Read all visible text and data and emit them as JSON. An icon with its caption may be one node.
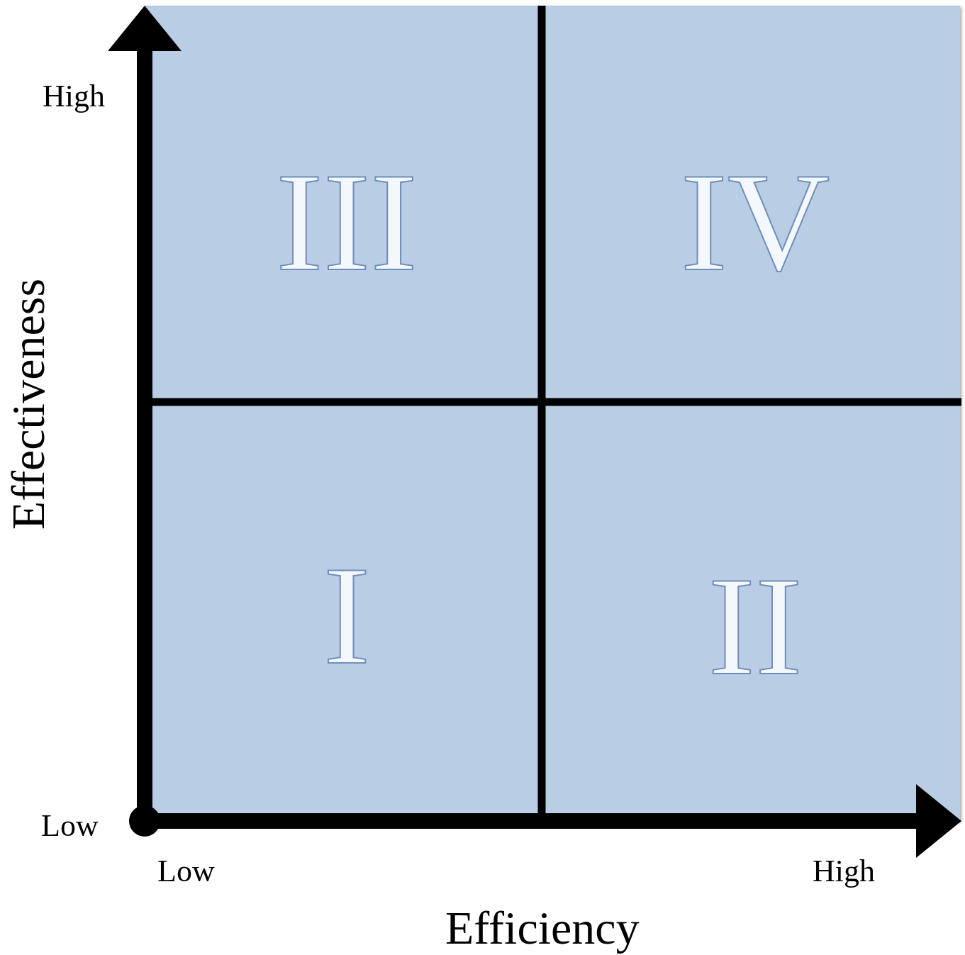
{
  "diagram": {
    "nodes": [
      {
        "text": [
          "III"
        ]
      },
      {
        "text": [
          "IV"
        ]
      },
      {
        "text": [
          "I"
        ]
      },
      {
        "text": [
          "II"
        ]
      }
    ],
    "labels": [
      "High",
      "Low",
      "Low",
      "High",
      "Efficiency",
      "Effectiveness"
    ]
  }
}
